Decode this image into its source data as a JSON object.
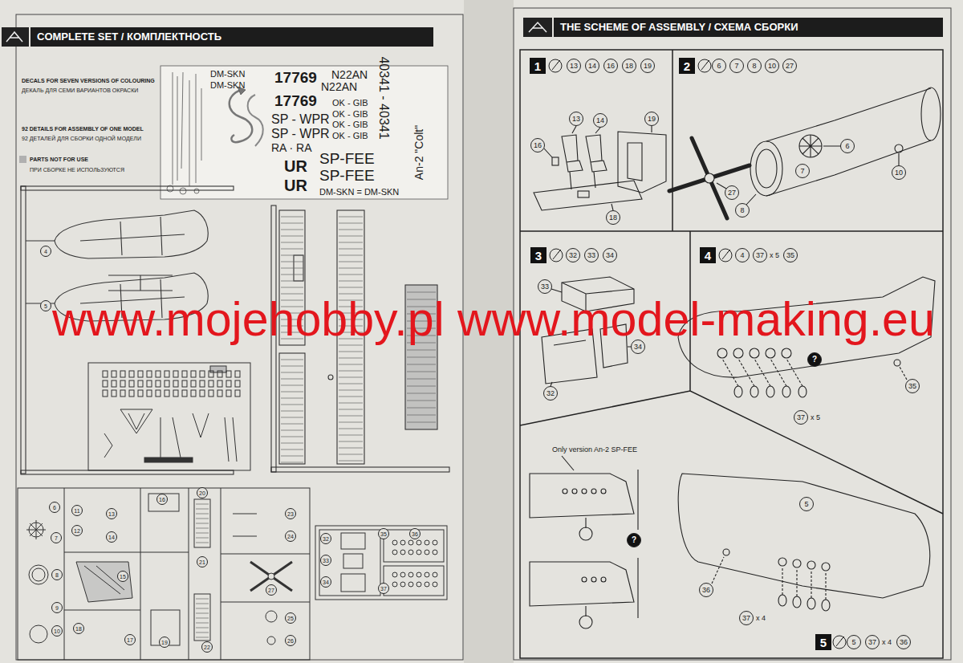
{
  "diagram": {
    "nodes": [
      {
        "text": [
          "COMPLETE SET / КОМПЛЕКТНОСТЬ"
        ]
      },
      {
        "text": [
          "THE SCHEME OF ASSEMBLY / СХЕМА СБОРКИ"
        ]
      },
      {
        "text": [
          "1"
        ]
      },
      {
        "text": [
          "2"
        ]
      },
      {
        "text": [
          "3"
        ]
      },
      {
        "text": [
          "4"
        ]
      },
      {
        "text": [
          "5"
        ]
      }
    ],
    "labels": [
      "DECALS FOR SEVEN VERSIONS OF COLOURING",
      "ДЕКАЛЬ ДЛЯ СЕМИ ВАРИАНТОВ ОКРАСКИ",
      "92 DETAILS FOR ASSEMBLY OF ONE MODEL",
      "92 ДЕТАЛЕЙ ДЛЯ СБОРКИ ОДНОЙ МОДЕЛИ",
      "ПРИ СБОРКЕ НЕ ИСПОЛЬЗУЮТСЯ",
      "DM-SKN",
      "DM-SKN",
      "17769",
      "N22AN",
      "N22AN",
      "17769",
      "SP - WPR",
      "SP - WPR",
      "OK - GIB",
      "OK - GIB",
      "OK - GIB",
      "OK - GIB",
      "RA · RA",
      "SP-FEE",
      "SP-FEE",
      "UR",
      "UR",
      "DM-SKN = DM-SKN",
      "40341 - 40341",
      "An-2 \"Colt\"",
      "4",
      "5",
      "6",
      "11",
      "13",
      "7",
      "12",
      "14",
      "15",
      "16",
      "8",
      "9",
      "10",
      "18",
      "17",
      "19",
      "20",
      "21",
      "22",
      "23",
      "24",
      "27",
      "25",
      "26",
      "32",
      "33",
      "34",
      "35",
      "36",
      "37",
      "13",
      "14",
      "16",
      "18",
      "19",
      "6",
      "7",
      "8",
      "10",
      "27",
      "32",
      "33",
      "34",
      "4",
      "37",
      "x 5",
      "35",
      "5",
      "37",
      "x 4",
      "36",
      "13",
      "14",
      "16",
      "19",
      "18",
      "6",
      "10",
      "7",
      "8",
      "27",
      "33",
      "34",
      "32",
      "?",
      "35",
      "37",
      "x 5",
      "Only version An-2 SP-FEE",
      "?",
      "5",
      "36",
      "37",
      "x 4",
      "www.mojehobby.pl www.model-making.eu"
    ],
    "legend": [
      {
        "text": "PARTS NOT FOR USE",
        "color": "#b0b0b0"
      }
    ]
  }
}
